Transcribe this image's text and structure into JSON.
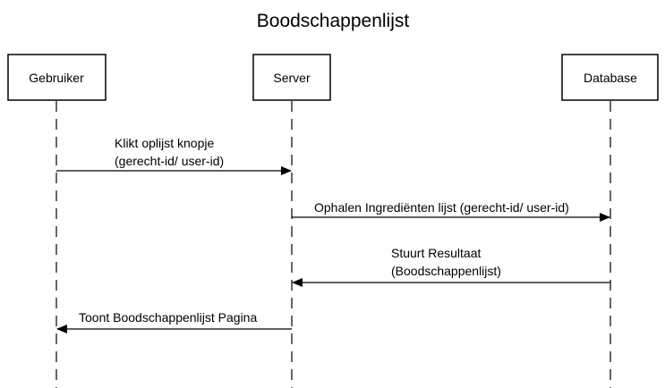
{
  "title": "Boodschappenlijst",
  "participants": [
    {
      "id": "gebruiker",
      "label": "Gebruiker"
    },
    {
      "id": "server",
      "label": "Server"
    },
    {
      "id": "database",
      "label": "Database"
    }
  ],
  "messages": [
    {
      "id": "m1",
      "from": "gebruiker",
      "to": "server",
      "lines": [
        "Klikt oplijst knopje",
        "(gerecht-id/ user-id)"
      ]
    },
    {
      "id": "m2",
      "from": "server",
      "to": "database",
      "lines": [
        "Ophalen Ingrediënten lijst (gerecht-id/ user-id)"
      ]
    },
    {
      "id": "m3",
      "from": "database",
      "to": "server",
      "lines": [
        "Stuurt Resultaat",
        "(Boodschappenlijst)"
      ]
    },
    {
      "id": "m4",
      "from": "server",
      "to": "gebruiker",
      "lines": [
        "Toont Boodschappenlijst Pagina"
      ]
    }
  ]
}
